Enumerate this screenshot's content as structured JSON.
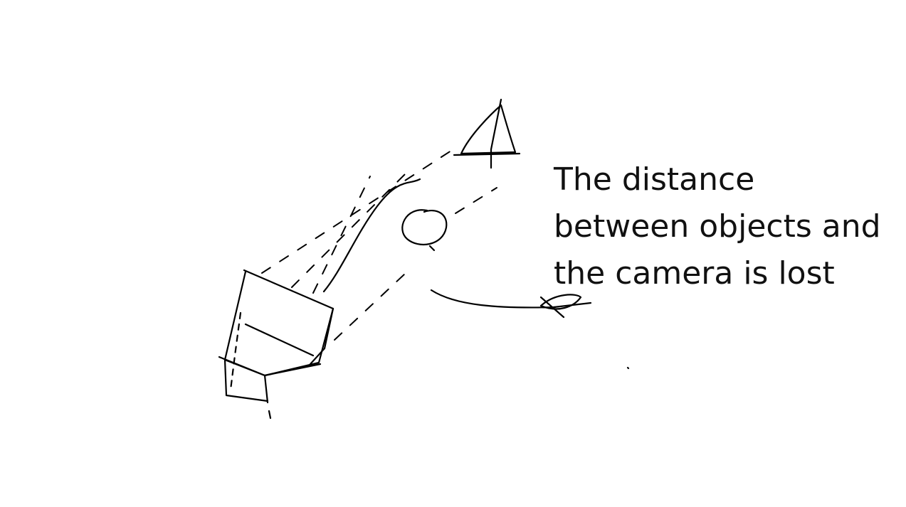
{
  "caption": {
    "line1": "The distance",
    "line2": "between objects and",
    "line3": "the camera is lost"
  },
  "figure": {
    "elements": [
      "camera-icon",
      "sphere-object",
      "cone-object",
      "eye-icon"
    ],
    "stroke_color": "#000000",
    "background": "#ffffff"
  }
}
